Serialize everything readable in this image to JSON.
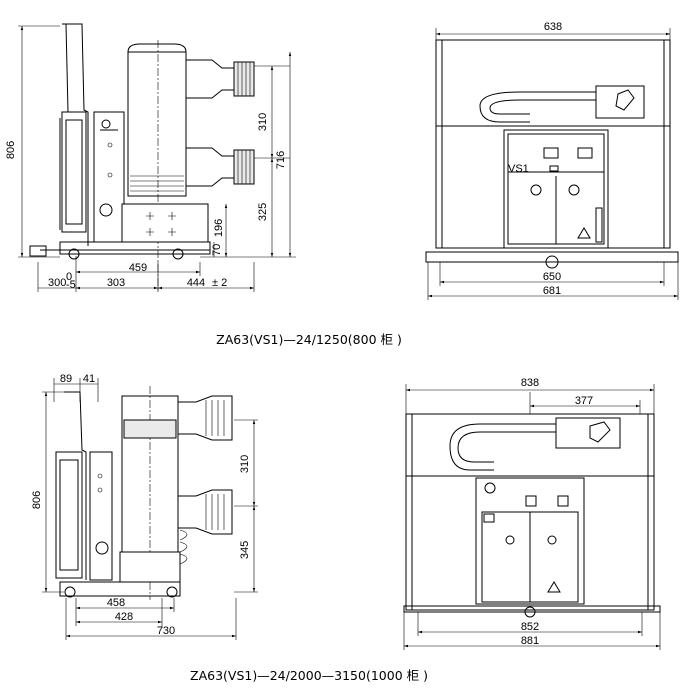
{
  "captions": {
    "top": "ZA63(VS1)—24/1250(800 柜 )",
    "bottom": "ZA63(VS1)—24/2000—3150(1000 柜 )"
  },
  "top_side": {
    "height_806": "806",
    "dim_310": "310",
    "dim_716": "716",
    "dim_325": "325",
    "dim_196": "196",
    "dim_70": "70",
    "dim_459": "459",
    "dim_300": "300",
    "dim_300_sup": "0",
    "dim_300_sub": "-5",
    "dim_303": "303",
    "dim_444": "444",
    "dim_444_tol": "± 2"
  },
  "top_front": {
    "dim_638": "638",
    "dim_650": "650",
    "dim_681": "681",
    "plate_label": "VS1"
  },
  "bottom_side": {
    "dim_89": "89",
    "dim_41": "41",
    "height_806": "806",
    "dim_310": "310",
    "dim_345": "345",
    "dim_458": "458",
    "dim_428": "428",
    "dim_730": "730"
  },
  "bottom_front": {
    "dim_838": "838",
    "dim_377": "377",
    "dim_852": "852",
    "dim_881": "881"
  }
}
